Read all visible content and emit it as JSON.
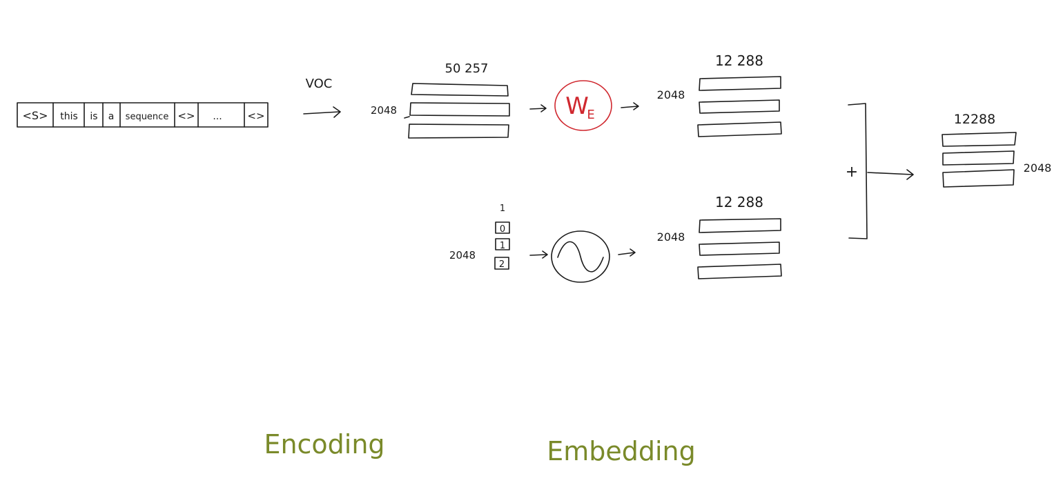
{
  "tokens": [
    "<S>",
    "this",
    "is",
    "a",
    "sequence",
    "<>",
    "...",
    "<>"
  ],
  "labels": {
    "voc": "VOC",
    "onehot_width": "50 257",
    "onehot_rows": "2048",
    "we_main": "W",
    "we_sub": "E",
    "token_emb_width": "12 288",
    "token_emb_rows": "2048",
    "pos_col_width": "1",
    "pos_rows": "2048",
    "pos_values": [
      "0",
      "1",
      "2"
    ],
    "pos_emb_width": "12 288",
    "pos_emb_rows": "2048",
    "plus": "+",
    "sum_width": "12288",
    "sum_rows": "2048"
  },
  "section_labels": {
    "encoding": "Encoding",
    "embedding": "Embedding"
  },
  "colors": {
    "ink": "#1a1a1a",
    "we_circle": "#d0282f",
    "section_label": "#7a8a2a"
  },
  "icons": {
    "sinusoid": "sine-wave-icon"
  }
}
